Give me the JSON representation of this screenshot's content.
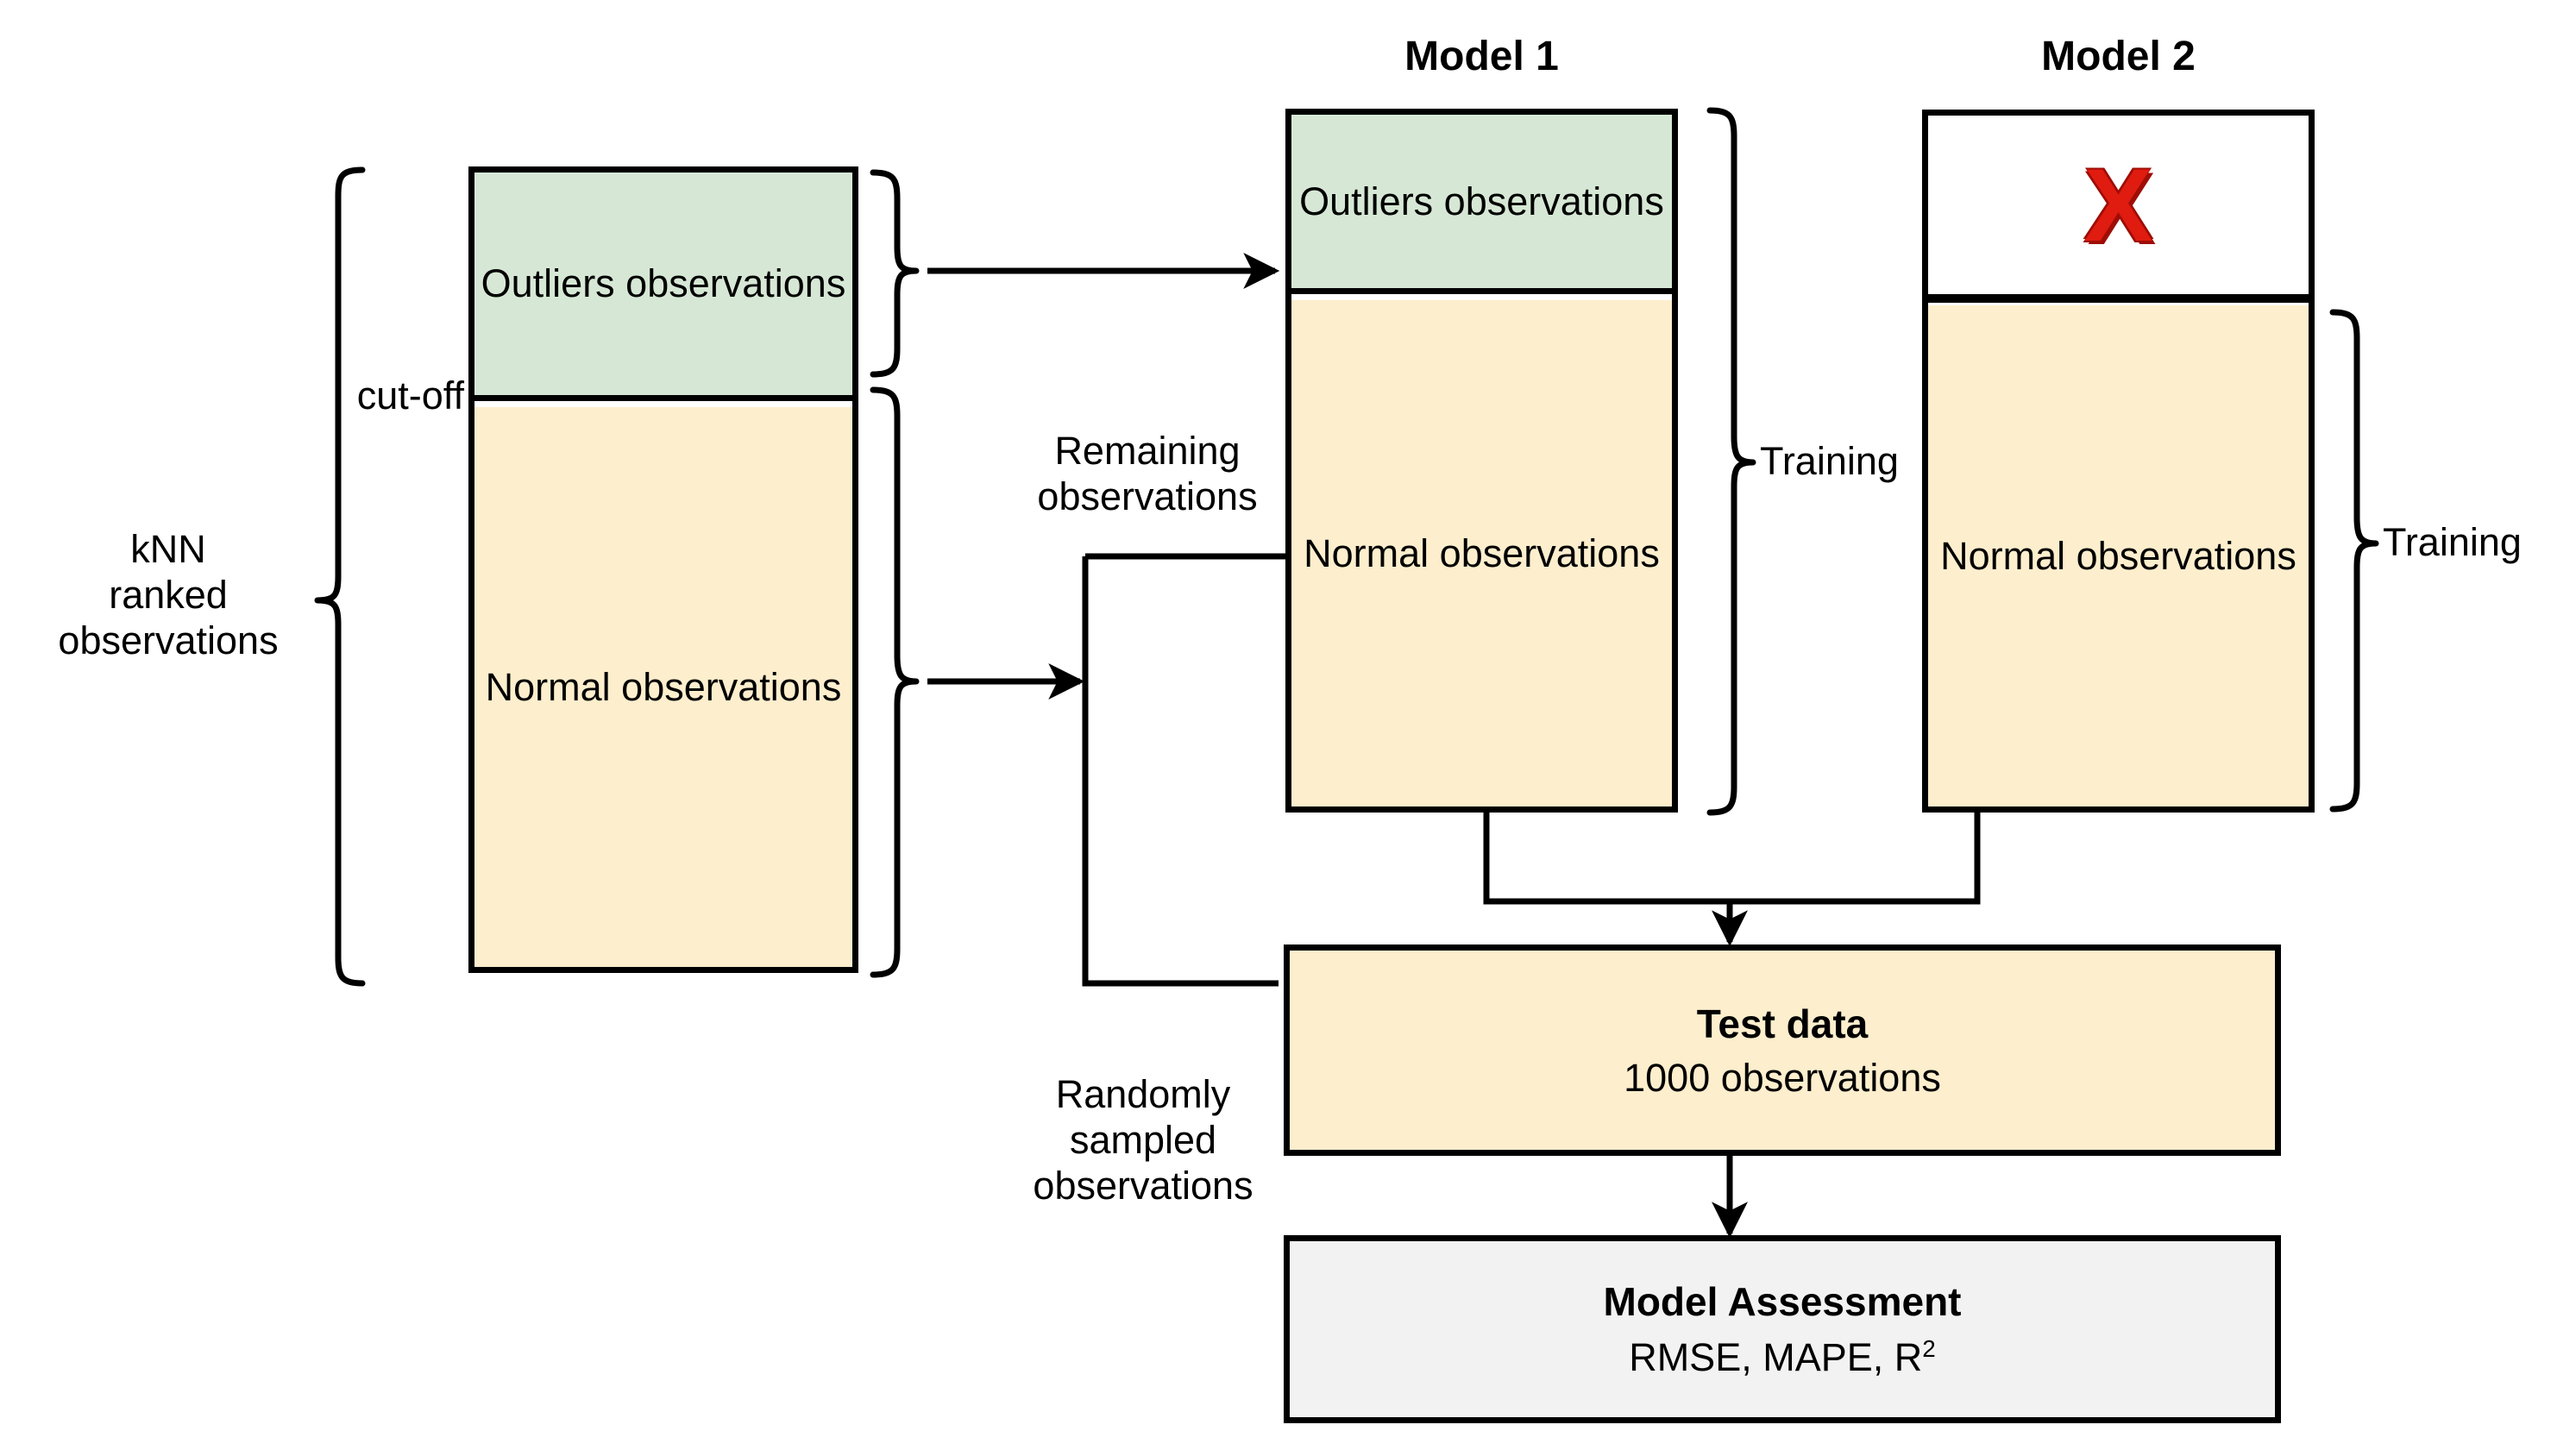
{
  "diagram": {
    "title_model_1": "Model 1",
    "title_model_2": "Model 2",
    "left_bracket_label": "kNN\nranked\nobservations",
    "cutoff_label": "cut-off",
    "source_box": {
      "outliers_label": "Outliers\nobservations",
      "normal_label": "Normal\nobservations"
    },
    "model1_box": {
      "outliers_label": "Outliers\nobservations",
      "normal_label": "Normal\nobservations"
    },
    "model2_box": {
      "excluded_marker": "X",
      "normal_label": "Normal\nobservations"
    },
    "edge_labels": {
      "remaining_observations": "Remaining\nobservations",
      "randomly_sampled": "Randomly\nsampled\nobservations",
      "training_model1": "Training",
      "training_model2": "Training"
    },
    "test_data_box": {
      "title": "Test data",
      "subtitle": "1000 observations"
    },
    "assessment_box": {
      "title": "Model Assessment",
      "metrics_prefix": "RMSE, MAPE, R",
      "metrics_exponent": "2"
    },
    "colors": {
      "outliers_fill": "#d6e8d5",
      "normal_fill": "#fdeecd",
      "assessment_fill": "#f2f2f2",
      "excluded_mark": "#e01b10",
      "stroke": "#000000",
      "background": "#ffffff"
    }
  }
}
